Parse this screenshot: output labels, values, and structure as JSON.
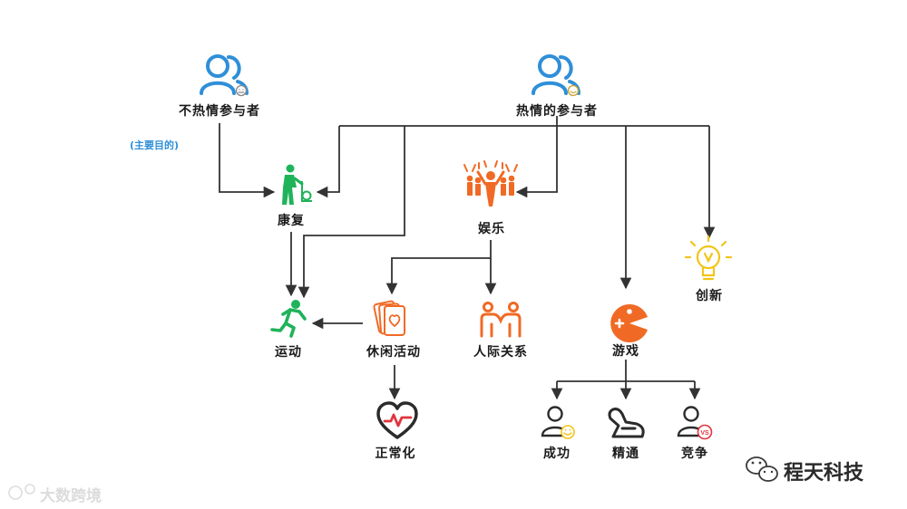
{
  "colors": {
    "blue": "#2f8fd8",
    "green": "#1fb35a",
    "orange": "#f06a25",
    "red": "#e0343d",
    "yellow": "#f2c417",
    "dark": "#2b2b2b",
    "arrow": "#333333"
  },
  "nodes": {
    "unenthusiastic": {
      "label": "不热情参与者",
      "icon": "user-neutral-icon"
    },
    "enthusiastic": {
      "label": "热情的参与者",
      "icon": "user-happy-icon"
    },
    "rehab": {
      "label": "康复",
      "icon": "walker-icon"
    },
    "entertainment": {
      "label": "娱乐",
      "icon": "crowd-icon"
    },
    "innovation": {
      "label": "创新",
      "icon": "lightbulb-icon"
    },
    "sport": {
      "label": "运动",
      "icon": "runner-icon"
    },
    "leisure": {
      "label": "休闲活动",
      "icon": "cards-icon"
    },
    "social": {
      "label": "人际关系",
      "icon": "people-icon"
    },
    "game": {
      "label": "游戏",
      "icon": "pacman-icon"
    },
    "normalize": {
      "label": "正常化",
      "icon": "heart-pulse-icon"
    },
    "success": {
      "label": "成功",
      "icon": "user-smile-icon"
    },
    "mastery": {
      "label": "精通",
      "icon": "arm-icon"
    },
    "compete": {
      "label": "竞争",
      "icon": "user-vs-icon"
    }
  },
  "annotation": {
    "main_purpose": "(主要目的)",
    "vs_badge": "VS"
  },
  "watermarks": {
    "left": "大数跨境",
    "right": "程天科技"
  }
}
